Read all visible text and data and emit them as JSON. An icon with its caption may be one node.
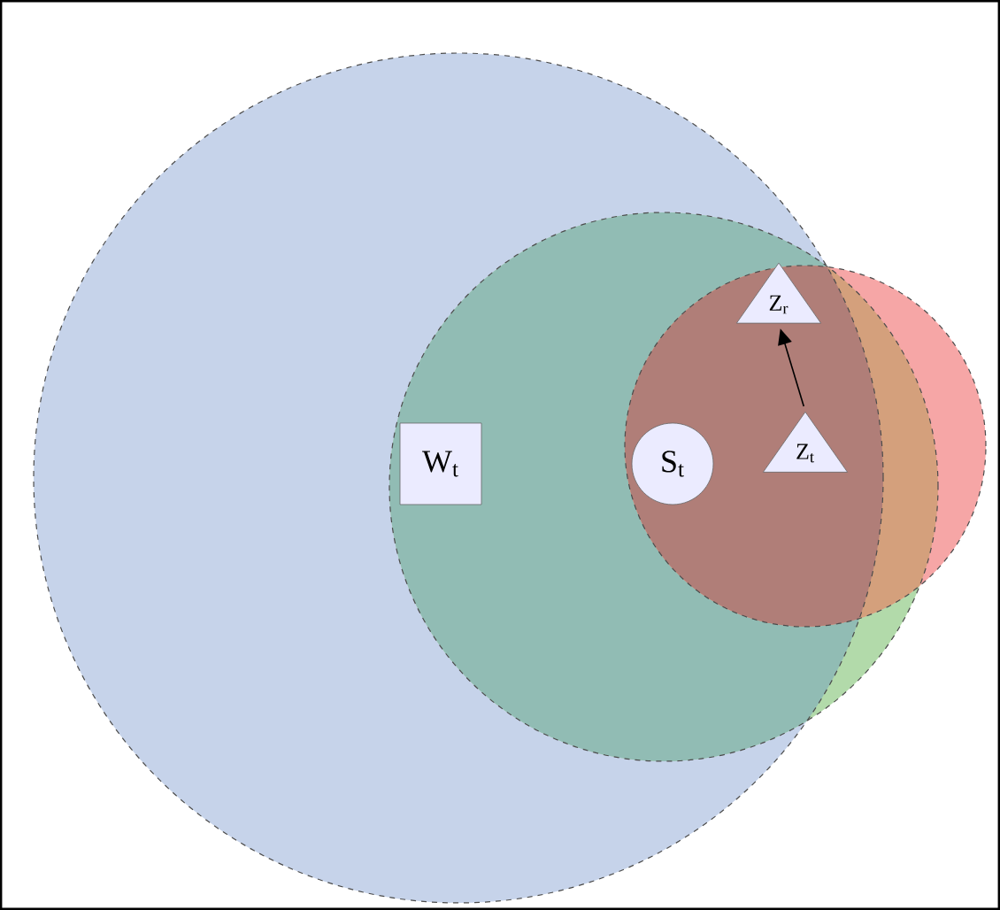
{
  "diagram": {
    "nodes": [
      {
        "text": [
          "W$_{t}$"
        ]
      },
      {
        "text": [
          "S$_{t}$"
        ]
      },
      {
        "text": [
          "Z$_{r}$"
        ]
      },
      {
        "text": [
          "Z$_{t}$"
        ]
      }
    ],
    "edges": [
      {
        "from": 3,
        "to": 2,
        "arrow": "to"
      }
    ]
  }
}
